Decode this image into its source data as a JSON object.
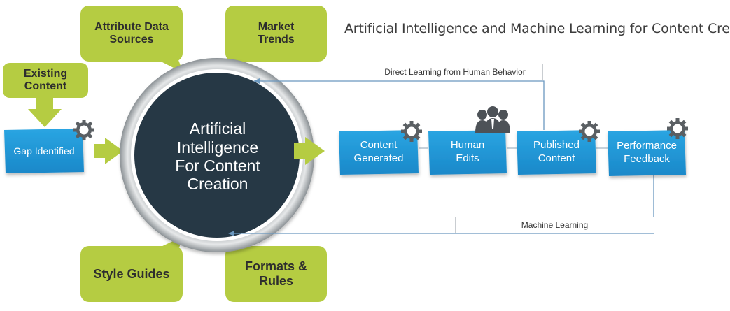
{
  "title": "Artificial Intelligence and Machine Learning for Content Creation",
  "center": {
    "label": "Artificial\nIntelligence\nFor Content\nCreation"
  },
  "inputs": {
    "existing_content": "Existing\nContent",
    "attribute_data_sources": "Attribute Data\nSources",
    "market_trends": "Market\nTrends",
    "style_guides": "Style Guides",
    "formats_rules": "Formats &\nRules"
  },
  "gap_identified": "Gap Identified",
  "pipeline": [
    {
      "label": "Content\nGenerated"
    },
    {
      "label": "Human\nEdits"
    },
    {
      "label": "Published\nContent"
    },
    {
      "label": "Performance\nFeedback"
    }
  ],
  "feedback": {
    "direct_learning": "Direct Learning from Human Behavior",
    "machine_learning": "Machine Learning"
  },
  "colors": {
    "green": "#b5cc42",
    "blue": "#1f9ad8",
    "dark_circle": "#283845",
    "gear": "#5a5f63",
    "line": "#5c8fb8"
  },
  "icons": [
    "gear-icon",
    "people-icon",
    "arrow-icon"
  ]
}
